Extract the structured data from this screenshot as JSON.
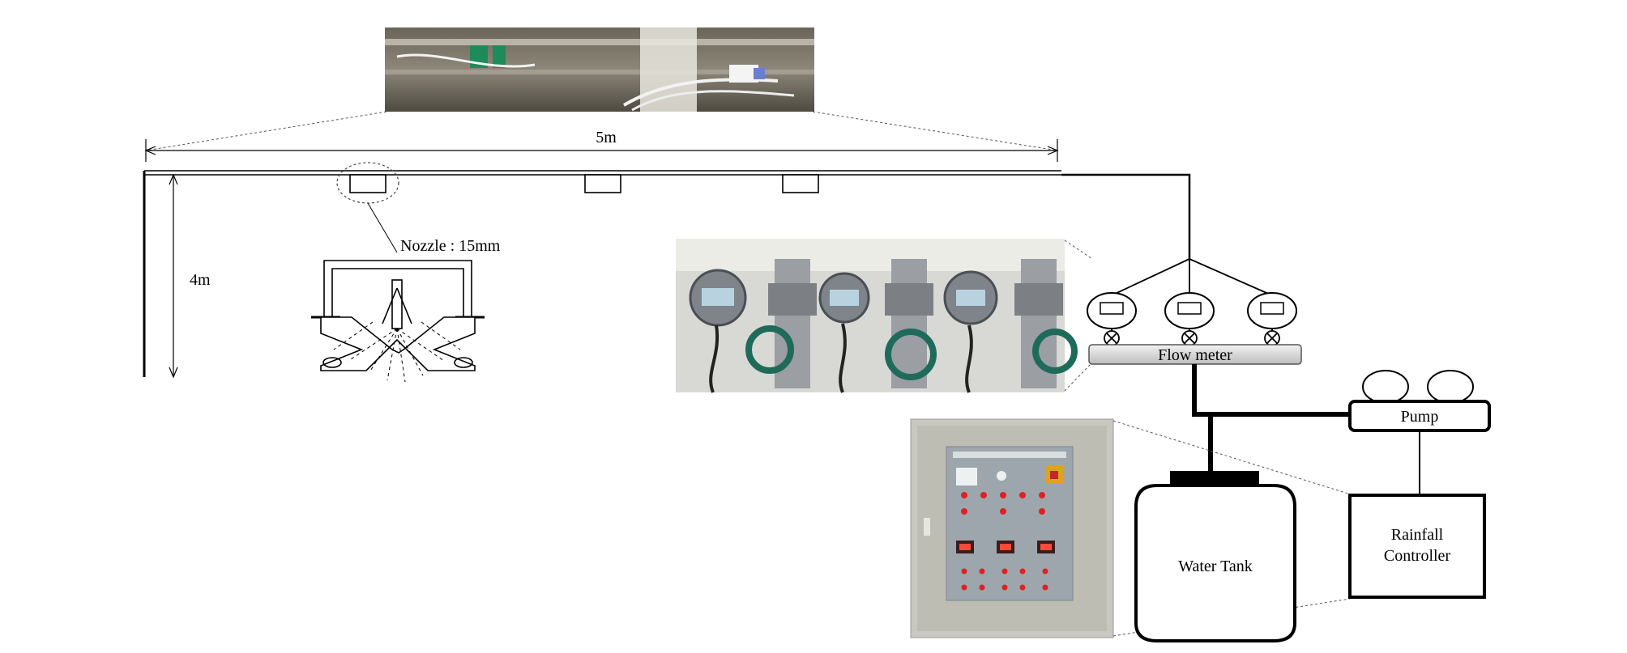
{
  "labels": {
    "width": "5m",
    "height": "4m",
    "nozzle": "Nozzle : 15mm",
    "flow_meter": "Flow meter",
    "pump": "Pump",
    "water_tank": "Water Tank",
    "rainfall_controller_line1": "Rainfall",
    "rainfall_controller_line2": "Controller"
  },
  "colors": {
    "line": "#000000",
    "flow_meter_fill": "#d9d9d9",
    "valve_green": "#1f6b5a",
    "panel_gray": "#c8c8c0"
  }
}
